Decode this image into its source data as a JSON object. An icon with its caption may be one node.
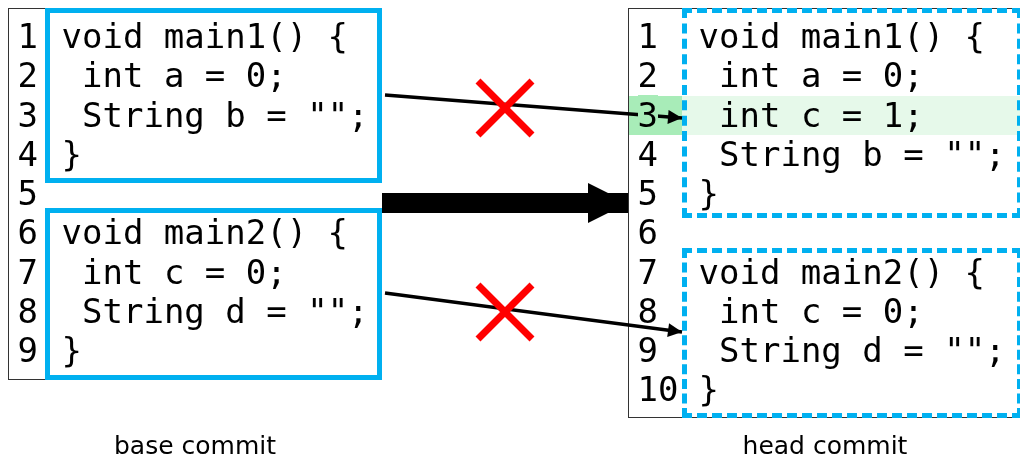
{
  "diagram": {
    "nodes": [
      {
        "text": [
          "1",
          "2",
          "3",
          "4",
          "5",
          "6",
          "7",
          "8",
          "9"
        ],
        "beside": [
          "base commit"
        ]
      },
      {
        "text": [
          "void main1() {",
          "int a = 0;",
          "String b = \"\";",
          "}"
        ],
        "in": 0
      },
      {
        "text": [
          "void main2() {",
          "int c = 0;",
          "String d = \"\";",
          "}"
        ],
        "in": 0
      },
      {
        "text": [
          "1",
          "2",
          "3",
          "4",
          "5",
          "6",
          "7",
          "8",
          "9",
          "10"
        ],
        "beside": [
          "head commit"
        ]
      },
      {
        "text": [
          "void main1() {",
          "int a = 0;",
          "int c = 1;",
          "String b = \"\";",
          "}"
        ],
        "in": 3
      },
      {
        "text": [
          "void main2() {",
          "int c = 0;",
          "String d = \"\";",
          "}"
        ],
        "in": 3
      }
    ],
    "edges": [
      {
        "from": 0,
        "to": 3,
        "arrow": "to",
        "style": "thick"
      },
      {
        "from": 1,
        "to": 4,
        "arrow": "to"
      },
      {
        "from": 2,
        "to": 5,
        "arrow": "to"
      }
    ]
  }
}
